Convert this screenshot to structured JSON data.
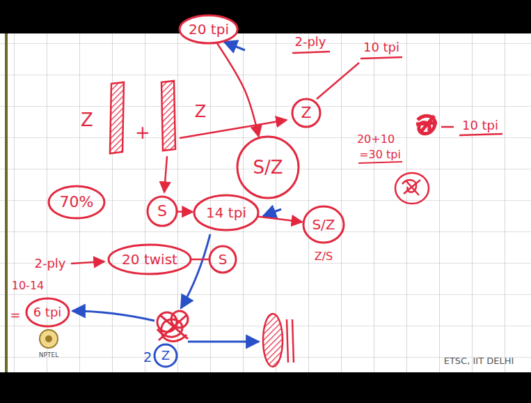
{
  "diagram": {
    "nodes": [
      {
        "text": [
          "20 tpi"
        ]
      },
      {
        "text": [
          "Z"
        ]
      },
      {
        "text": [
          "S/Z"
        ]
      },
      {
        "text": [
          "70%"
        ]
      },
      {
        "text": [
          "S"
        ]
      },
      {
        "text": [
          "14 tpi"
        ]
      },
      {
        "text": [
          "S/Z"
        ]
      },
      {
        "text": [
          "20 twist"
        ]
      },
      {
        "text": [
          "S"
        ]
      },
      {
        "text": [
          "6 tpi"
        ]
      },
      {
        "text": [
          "Z"
        ]
      }
    ],
    "edges": [
      {
        "from": 0,
        "to": 2,
        "arrow": "to"
      },
      {
        "from": 4,
        "to": 5,
        "arrow": "to"
      },
      {
        "from": 5,
        "to": 6,
        "arrow": "to"
      },
      {
        "from": 7,
        "to": 8,
        "arrow": "none"
      }
    ],
    "labels": [
      "Z",
      "+",
      "Z",
      "2-ply",
      "10 tpi",
      "20+10",
      "=30 tpi",
      "10 tpi",
      "Z/S",
      "2-ply",
      "10-14",
      "=",
      "2",
      "NPTEL",
      "ETSC, IIT DELHI"
    ]
  }
}
